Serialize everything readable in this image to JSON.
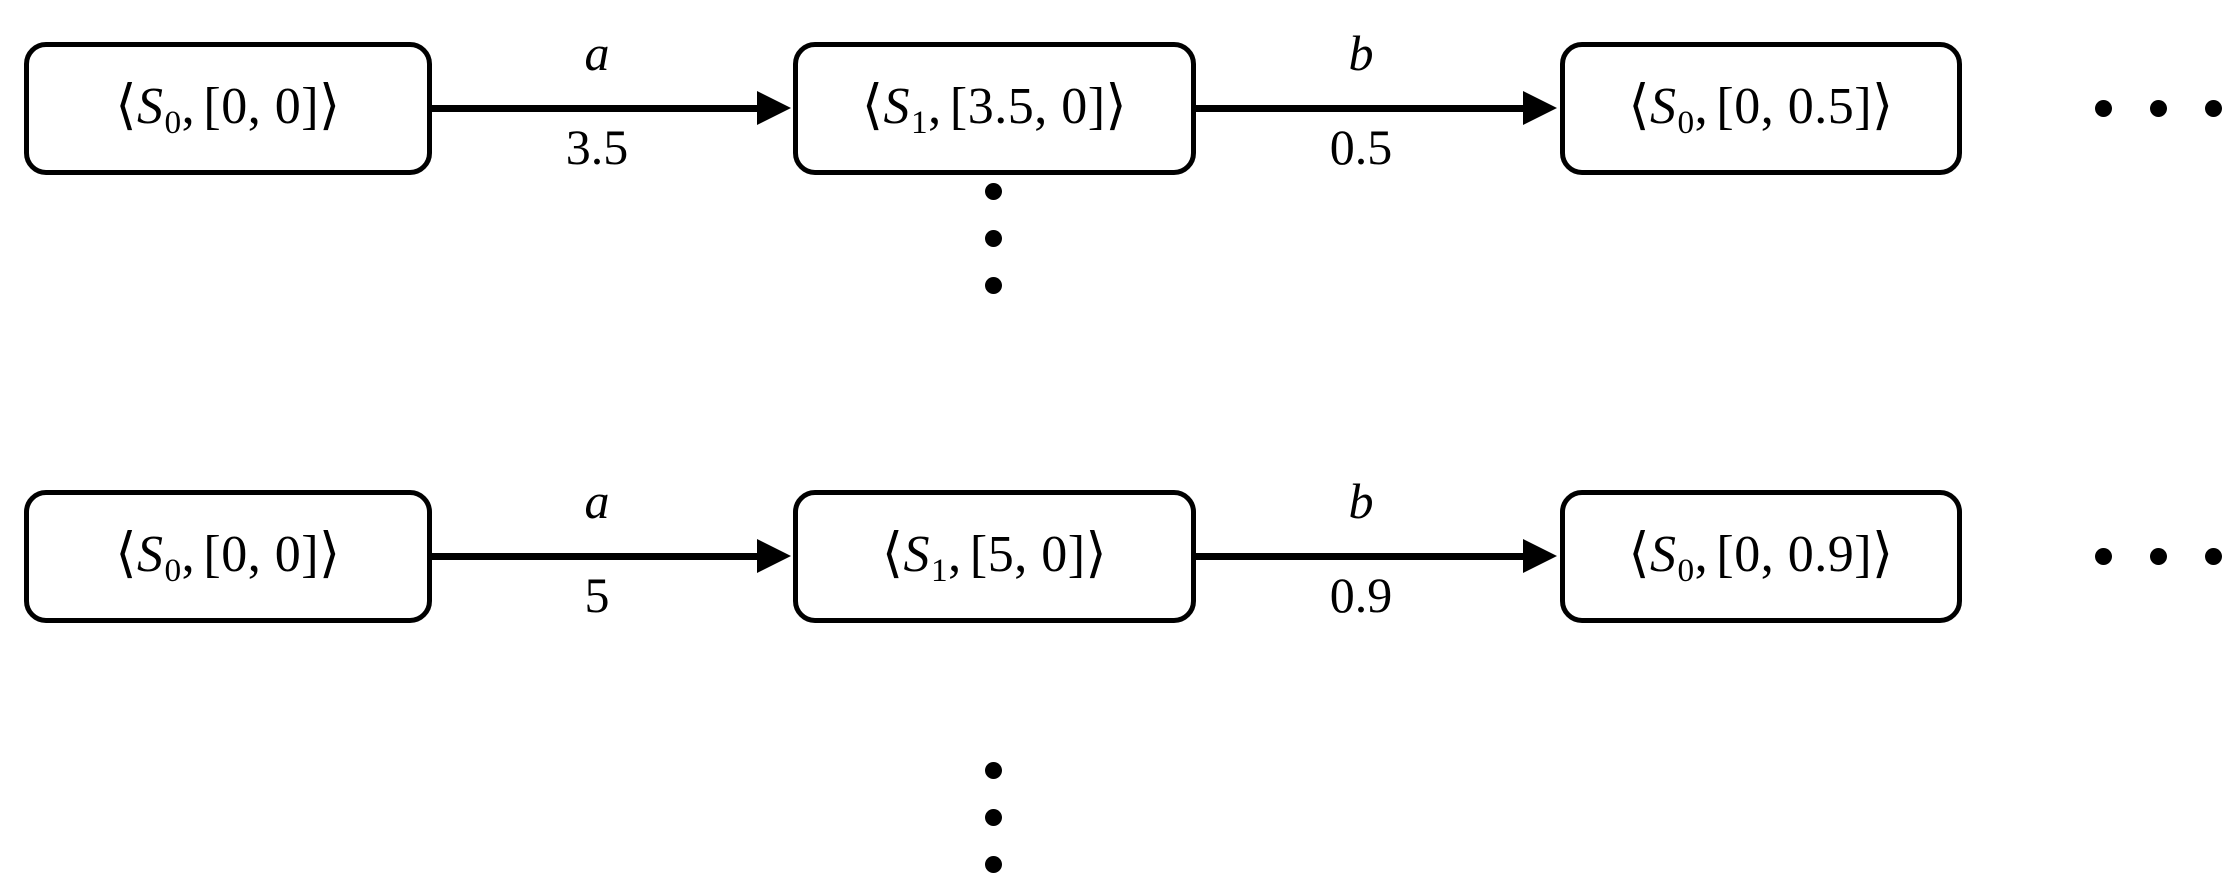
{
  "diagram": {
    "type": "timed-automaton-trace",
    "rows": [
      {
        "id": "trace-1",
        "nodes": [
          {
            "state": "S",
            "state_sub": "0",
            "clocks": "[0, 0]",
            "full": "⟨S0, [0, 0]⟩"
          },
          {
            "state": "S",
            "state_sub": "1",
            "clocks": "[3.5, 0]",
            "full": "⟨S1, [3.5, 0]⟩"
          },
          {
            "state": "S",
            "state_sub": "0",
            "clocks": "[0, 0.5]",
            "full": "⟨S0, [0, 0.5]⟩"
          }
        ],
        "edges": [
          {
            "action": "a",
            "delay": "3.5"
          },
          {
            "action": "b",
            "delay": "0.5"
          }
        ],
        "continuation": "· · ·"
      },
      {
        "id": "trace-2",
        "nodes": [
          {
            "state": "S",
            "state_sub": "0",
            "clocks": "[0, 0]",
            "full": "⟨S0, [0, 0]⟩"
          },
          {
            "state": "S",
            "state_sub": "1",
            "clocks": "[5, 0]",
            "full": "⟨S1, [5, 0]⟩"
          },
          {
            "state": "S",
            "state_sub": "0",
            "clocks": "[0, 0.9]",
            "full": "⟨S0, [0, 0.9]⟩"
          }
        ],
        "edges": [
          {
            "action": "a",
            "delay": "5"
          },
          {
            "action": "b",
            "delay": "0.9"
          }
        ],
        "continuation": "· · ·"
      }
    ],
    "vertical_ellipses": [
      {
        "id": "vdots-between-rows"
      },
      {
        "id": "vdots-below-row-2"
      }
    ],
    "colors": {
      "stroke": "#000000",
      "background": "#ffffff",
      "text": "#000000"
    },
    "brackets": {
      "open": "⟨",
      "close": "⟩"
    }
  }
}
